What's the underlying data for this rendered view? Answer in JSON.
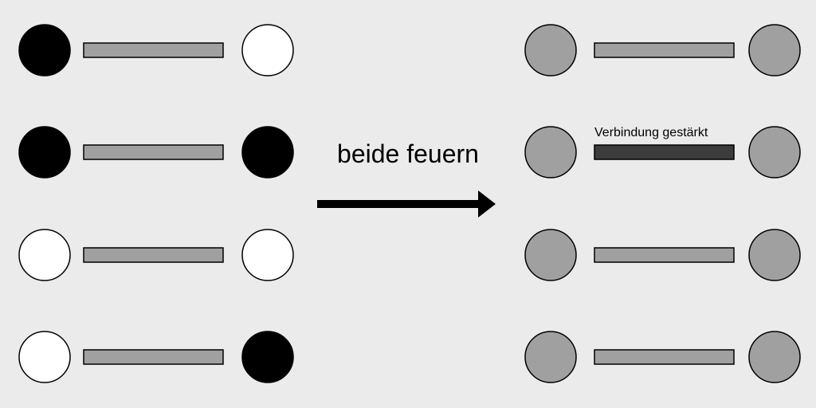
{
  "diagram": {
    "arrow_label": "beide feuern",
    "strengthened_label": "Verbindung gestärkt",
    "colors": {
      "background": "#ebebeb",
      "active_neuron": "#000000",
      "inactive_neuron": "#ffffff",
      "neutral_neuron": "#a0a0a0",
      "synapse": "#a0a0a0",
      "strengthened_synapse": "#3c3c3c",
      "stroke": "#000000"
    },
    "before": [
      {
        "pre": "active",
        "post": "inactive",
        "synapse": "normal"
      },
      {
        "pre": "active",
        "post": "active",
        "synapse": "normal"
      },
      {
        "pre": "inactive",
        "post": "inactive",
        "synapse": "normal"
      },
      {
        "pre": "inactive",
        "post": "active",
        "synapse": "normal"
      }
    ],
    "after": [
      {
        "pre": "neutral",
        "post": "neutral",
        "synapse": "normal"
      },
      {
        "pre": "neutral",
        "post": "neutral",
        "synapse": "strengthened"
      },
      {
        "pre": "neutral",
        "post": "neutral",
        "synapse": "normal"
      },
      {
        "pre": "neutral",
        "post": "neutral",
        "synapse": "normal"
      }
    ]
  }
}
